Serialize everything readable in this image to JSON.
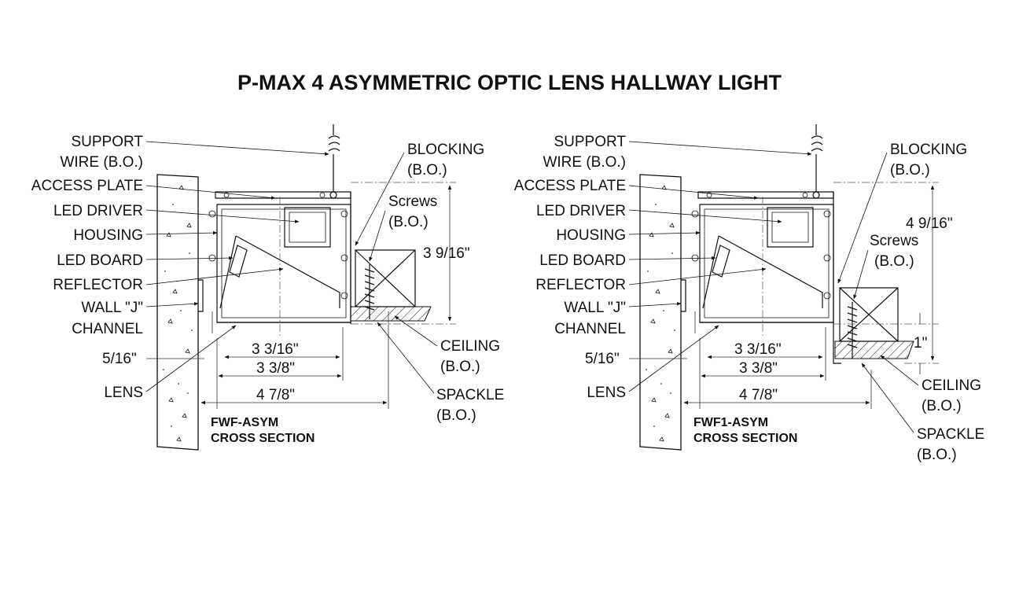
{
  "title": "P-MAX 4 ASYMMETRIC OPTIC LENS HALLWAY LIGHT",
  "left": {
    "caption_line1": "FWF-ASYM",
    "caption_line2": "CROSS SECTION",
    "labels": {
      "support1": "SUPPORT",
      "support2": "WIRE (B.O.)",
      "access_plate": "ACCESS PLATE",
      "led_driver": "LED DRIVER",
      "housing": "HOUSING",
      "led_board": "LED BOARD",
      "reflector": "REFLECTOR",
      "wall_j1": "WALL \"J\"",
      "wall_j2": "CHANNEL",
      "lens": "LENS",
      "blocking1": "BLOCKING",
      "blocking2": "(B.O.)",
      "screws1": "Screws",
      "screws2": "(B.O.)",
      "ceiling1": "CEILING",
      "ceiling2": "(B.O.)",
      "spackle1": "SPACKLE",
      "spackle2": "(B.O.)"
    },
    "dims": {
      "height": "3 9/16\"",
      "offset": "5/16\"",
      "inner_width": "3 3/16\"",
      "mid_width": "3 3/8\"",
      "overall_width": "4 7/8\""
    }
  },
  "right": {
    "caption_line1": "FWF1-ASYM",
    "caption_line2": "CROSS SECTION",
    "labels": {
      "support1": "SUPPORT",
      "support2": "WIRE (B.O.)",
      "access_plate": "ACCESS PLATE",
      "led_driver": "LED DRIVER",
      "housing": "HOUSING",
      "led_board": "LED BOARD",
      "reflector": "REFLECTOR",
      "wall_j1": "WALL \"J\"",
      "wall_j2": "CHANNEL",
      "lens": "LENS",
      "blocking1": "BLOCKING",
      "blocking2": "(B.O.)",
      "screws1": "Screws",
      "screws2": "(B.O.)",
      "ceiling1": "CEILING",
      "ceiling2": "(B.O.)",
      "spackle1": "SPACKLE",
      "spackle2": "(B.O.)"
    },
    "dims": {
      "height": "4 9/16\"",
      "ceiling_drop": "1\"",
      "offset": "5/16\"",
      "inner_width": "3 3/16\"",
      "mid_width": "3 3/8\"",
      "overall_width": "4 7/8\""
    }
  }
}
